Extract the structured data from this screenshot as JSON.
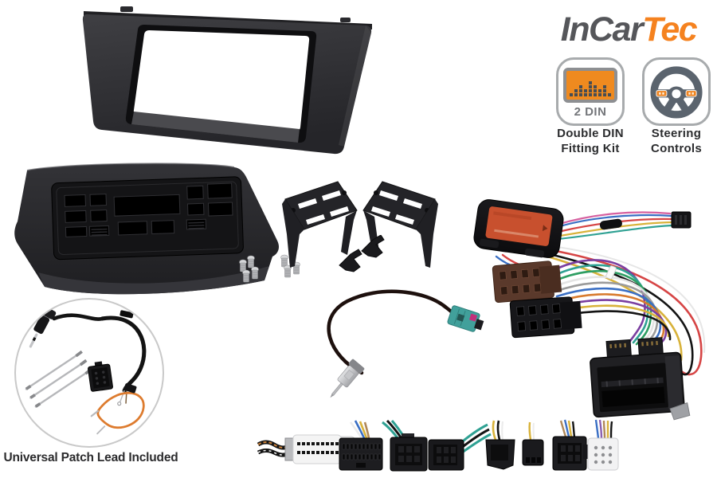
{
  "brand": {
    "name_part1": "InCar",
    "name_part2": "Tec",
    "color_primary": "#55565A",
    "color_accent": "#F5821F"
  },
  "features": [
    {
      "icon": "double-din-display-icon",
      "badge_text": "2 DIN",
      "label_line1": "Double DIN",
      "label_line2": "Fitting Kit"
    },
    {
      "icon": "steering-wheel-icon",
      "badge_text": "",
      "label_line1": "Steering",
      "label_line2": "Controls"
    }
  ],
  "footnote": {
    "patch_lead_caption": "Universal Patch Lead Included"
  },
  "palette": {
    "badge_border": "#A8ABAD",
    "badge_icon_gray": "#5B646E",
    "badge_icon_orange": "#EF8A1F",
    "fascia_dark": "#2B2B2E",
    "fakra_teal": "#41A09B",
    "fakra_pink": "#C2307A",
    "module_label_orange": "#C8502E",
    "iso_brown": "#5A392B",
    "patch_cable_orange": "#DD7B2E",
    "label_text": "#2B2C2E"
  }
}
